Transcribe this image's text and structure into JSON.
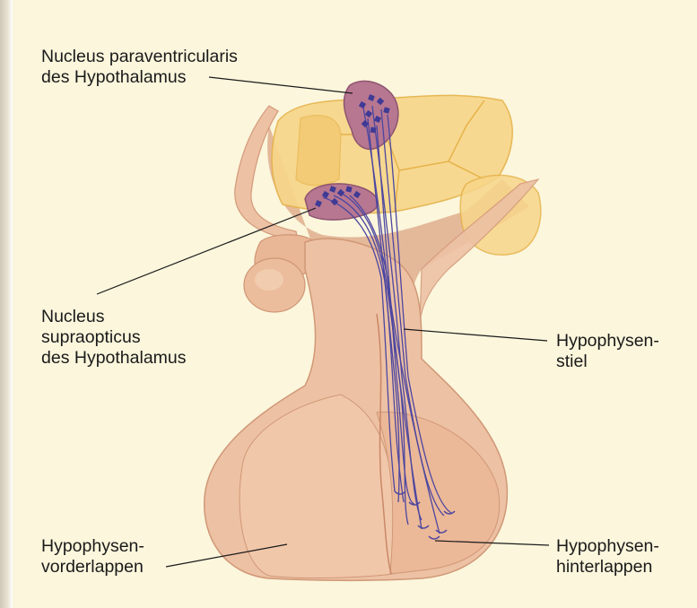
{
  "labels": {
    "paraventricularis": {
      "line1": "Nucleus paraventricularis",
      "line2": "des Hypothalamus"
    },
    "supraopticus": {
      "line1": "Nucleus",
      "line2": "supraopticus",
      "line3": "des Hypothalamus"
    },
    "stiel": {
      "line1": "Hypophysen-",
      "line2": "stiel"
    },
    "vorderlappen": {
      "line1": "Hypophysen-",
      "line2": "vorderlappen"
    },
    "hinterlappen": {
      "line1": "Hypophysen-",
      "line2": "hinterlappen"
    }
  },
  "colors": {
    "background": "#fbf6dc",
    "pituitary": "#edc1a4",
    "nucleus": "#b77790",
    "axon": "#4c46a0",
    "thalamus": "#f7d68a"
  }
}
